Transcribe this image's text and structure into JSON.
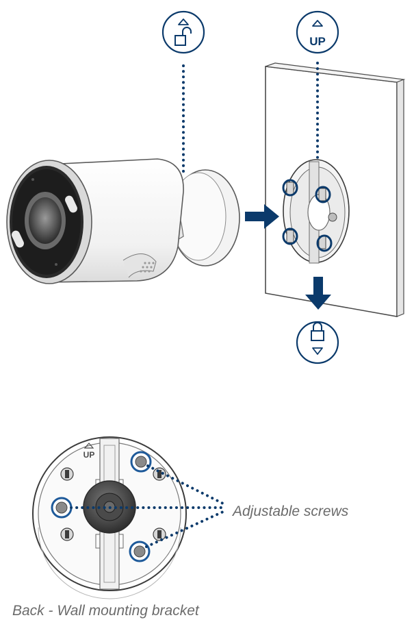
{
  "labels": {
    "up_badge": "UP",
    "bracket_up": "UP",
    "adjustable_screws": "Adjustable screws",
    "caption": "Back - Wall mounting bracket"
  },
  "icons": {
    "top_left": "unlock-up-icon",
    "top_right": "up-arrow-icon",
    "bottom": "lock-down-icon"
  },
  "colors": {
    "accent": "#0b3a6b",
    "outline": "#5a5a5a",
    "caption": "#6b6b6b"
  }
}
